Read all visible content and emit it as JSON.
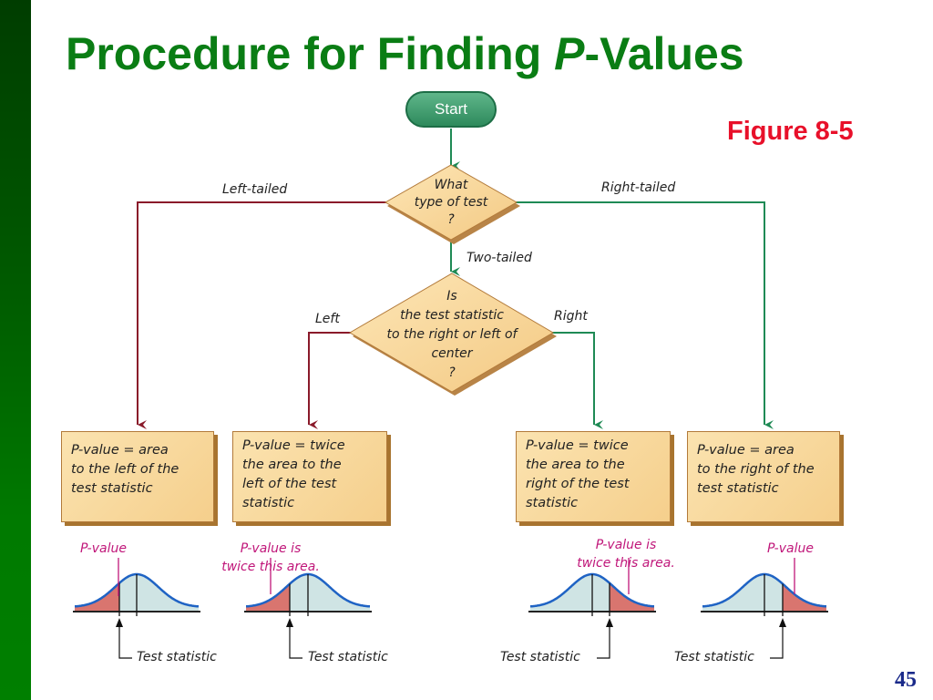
{
  "slide": {
    "title_prefix": "Procedure for Finding ",
    "title_italic": "P",
    "title_suffix": "-Values",
    "figure_label": "Figure 8-5",
    "page_number": "45"
  },
  "flowchart": {
    "start": "Start",
    "decision1": [
      "What",
      "type of test",
      "?"
    ],
    "decision2": [
      "Is",
      "the test statistic",
      "to the right or left of",
      "center",
      "?"
    ],
    "edge_labels": {
      "left_tailed": "Left-tailed",
      "right_tailed": "Right-tailed",
      "two_tailed": "Two-tailed",
      "left": "Left",
      "right": "Right"
    },
    "boxes": [
      {
        "lines": [
          "P-value = area",
          "to the left of the",
          "test statistic"
        ]
      },
      {
        "lines": [
          "P-value = twice",
          "the area to the",
          "left of the test",
          "statistic"
        ]
      },
      {
        "lines": [
          "P-value = twice",
          "the area to the",
          "right of the test",
          "statistic"
        ]
      },
      {
        "lines": [
          "P-value = area",
          "to the right of the",
          "test statistic"
        ]
      }
    ],
    "curves": [
      {
        "label": "P-value",
        "caption": "Test statistic",
        "tail": "left"
      },
      {
        "label": "P-value is twice this area.",
        "label_lines": [
          "P-value is",
          "twice this area."
        ],
        "caption": "Test statistic",
        "tail": "left"
      },
      {
        "label": "P-value is twice this area.",
        "label_lines": [
          "P-value is",
          "twice this area."
        ],
        "caption": "Test statistic",
        "tail": "right"
      },
      {
        "label": "P-value",
        "caption": "Test statistic",
        "tail": "right"
      }
    ]
  },
  "colors": {
    "title": "#0a7d14",
    "figure_label": "#e8102a",
    "left_branch": "#8a1a2a",
    "right_branch": "#1f8a55",
    "pvalue_text": "#c0177a",
    "curve": "#1f63c4",
    "shaded_tail": "#d9756f",
    "curve_fill": "#cfe4e4"
  }
}
